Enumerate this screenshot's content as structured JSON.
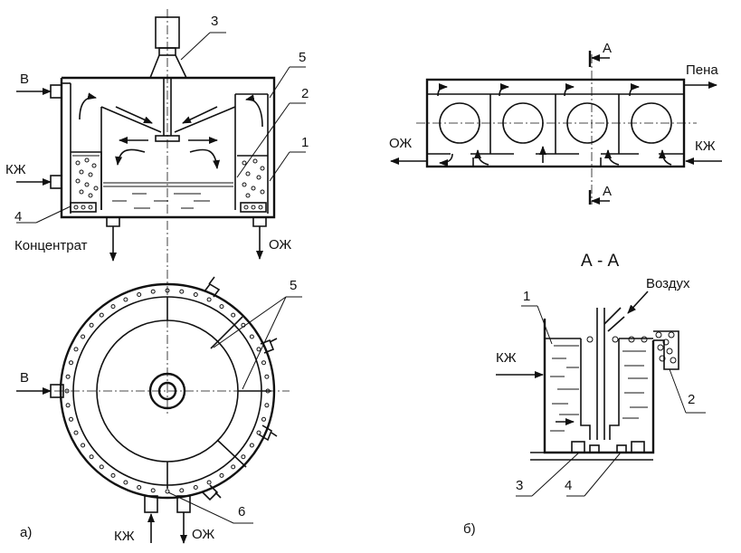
{
  "labels": {
    "a_inlet_v": "В",
    "a_kzh_left": "КЖ",
    "a_concentrate": "Концентрат",
    "a_ozh_top": "ОЖ",
    "a_num_1": "1",
    "a_num_2": "2",
    "a_num_3": "3",
    "a_num_4": "4",
    "a_num_5": "5",
    "a_plan_v": "В",
    "a_plan_num_5": "5",
    "a_plan_num_6": "6",
    "a_plan_kzh": "КЖ",
    "a_plan_ozh": "ОЖ",
    "caption_a": "а)",
    "b_foam": "Пена",
    "b_ozh": "ОЖ",
    "b_kzh": "КЖ",
    "b_section_top": "А",
    "b_section_bottom": "А",
    "b_section_title": "А - А",
    "b_air": "Воздух",
    "b_kzh_section": "КЖ",
    "b_num_1": "1",
    "b_num_2": "2",
    "b_num_3": "3",
    "b_num_4": "4",
    "caption_b": "б)"
  }
}
